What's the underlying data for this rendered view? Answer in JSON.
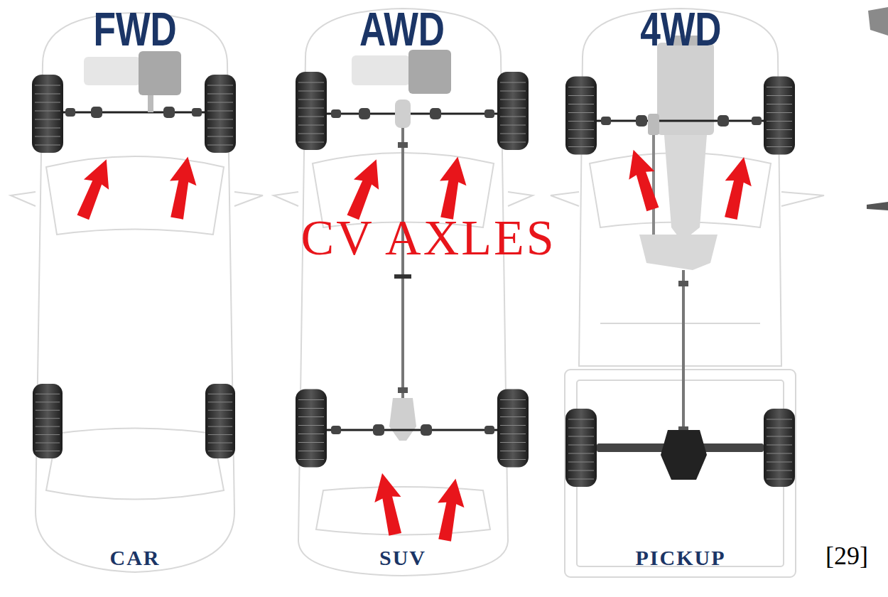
{
  "diagram": {
    "labels": [
      "FWD",
      "AWD",
      "4WD",
      "CV AXLES",
      "CAR",
      "SUV",
      "PICKUP",
      "[29]"
    ]
  }
}
